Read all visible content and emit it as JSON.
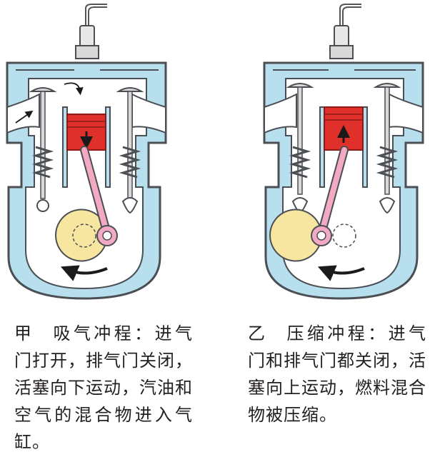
{
  "colors": {
    "cylinder_fill": "#b7dfee",
    "outline": "#4b4f54",
    "piston": "#e0302b",
    "connecting_rod": "#f2a9c4",
    "crank_disk": "#f6e6a0",
    "arrow": "#1a1a1a"
  },
  "panels": [
    {
      "id": "intake",
      "label": "甲",
      "title": "吸气冲程：",
      "text": "进气门打开，排气门关闭，活塞向下运动，汽油和空气的混合物进入气缸。",
      "piston_direction": "down",
      "intake_valve": "open",
      "exhaust_valve": "closed"
    },
    {
      "id": "compression",
      "label": "乙",
      "title": "压缩冲程：",
      "text": "进气门和排气门都关闭，活塞向上运动，燃料混合物被压缩。",
      "piston_direction": "up",
      "intake_valve": "closed",
      "exhaust_valve": "closed"
    }
  ]
}
